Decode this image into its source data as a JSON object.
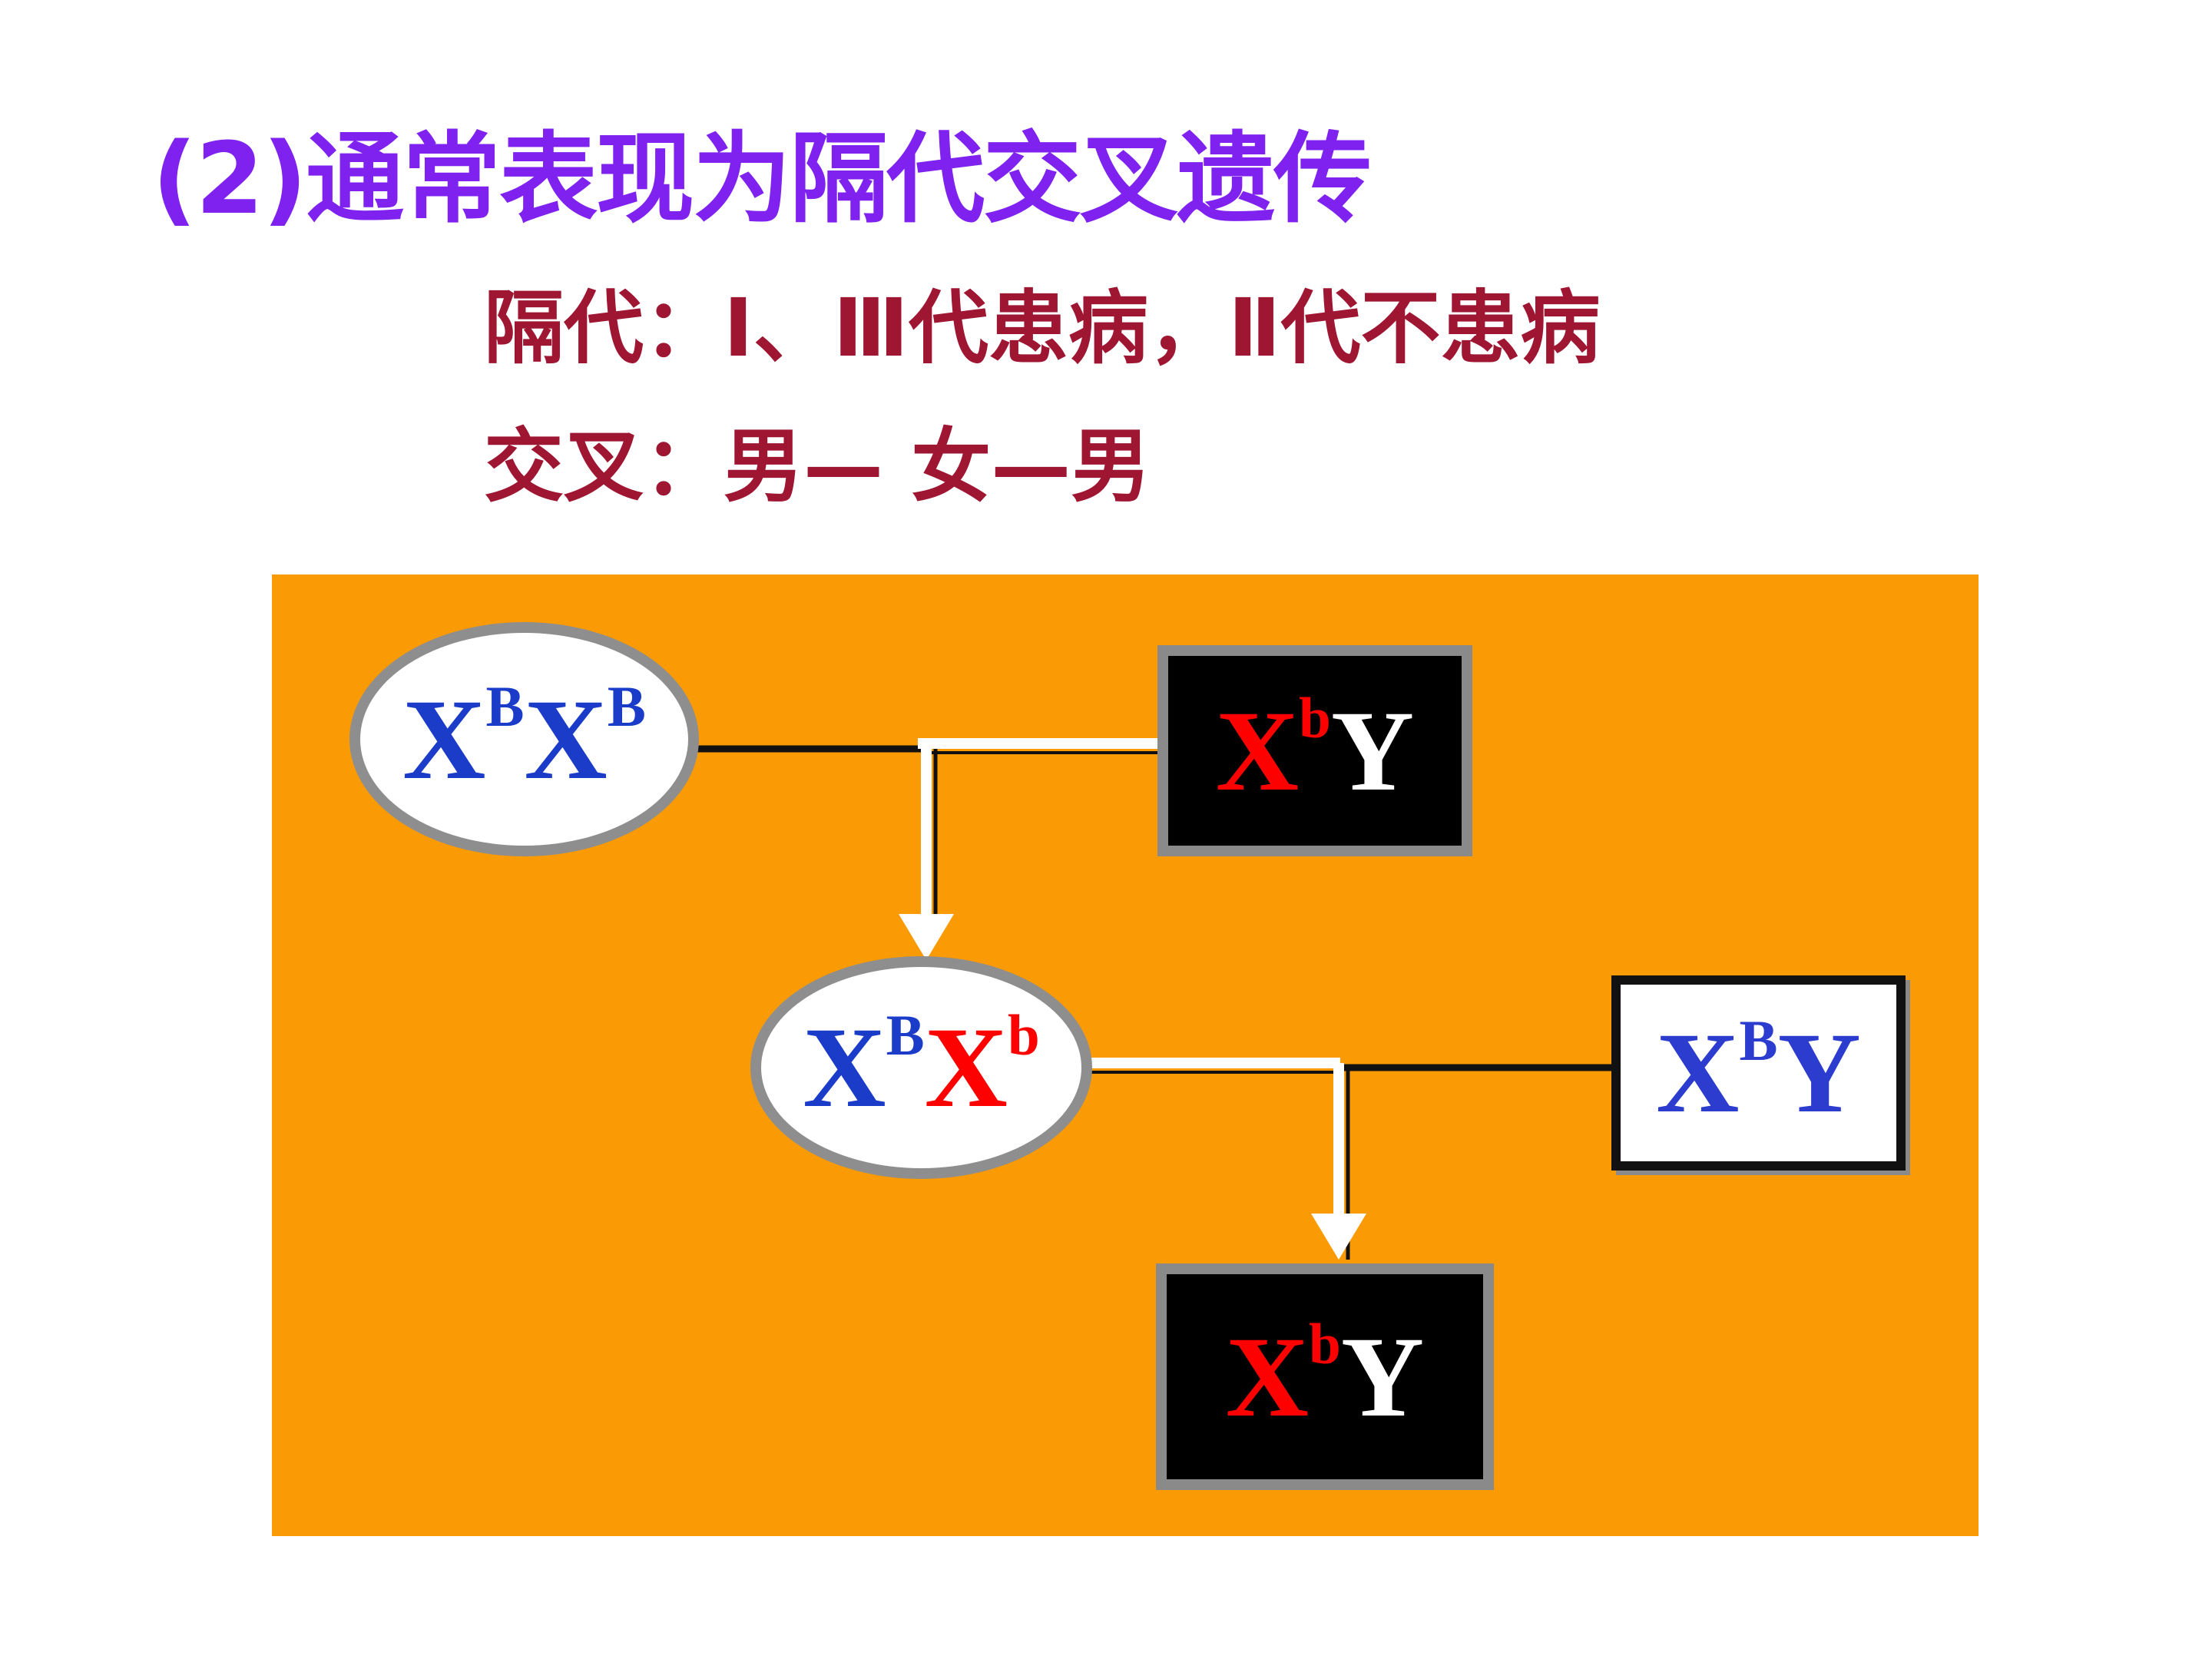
{
  "heading": {
    "title": "(2)通常表现为隔代交叉遗传",
    "line1": "隔代：Ⅰ、Ⅲ代患病，Ⅱ代不患病",
    "line2": "交叉：男— 女—男"
  },
  "pedigree": {
    "gen1_female": {
      "x1": "X",
      "s1": "B",
      "x2": "X",
      "s2": "B"
    },
    "gen1_male": {
      "x": "X",
      "s": "b",
      "y": "Y"
    },
    "gen2_female": {
      "x1": "X",
      "s1": "B",
      "x2": "X",
      "s2": "b"
    },
    "gen2_male": {
      "x": "X",
      "s": "B",
      "y": "Y"
    },
    "gen3_male": {
      "x": "X",
      "s": "b",
      "y": "Y"
    }
  },
  "colors": {
    "title": "#7f22f0",
    "subtitle": "#9e1632",
    "panel": "#fa9a05",
    "dominant_allele": "#1a3cc8",
    "recessive_allele": "#ff0000"
  }
}
